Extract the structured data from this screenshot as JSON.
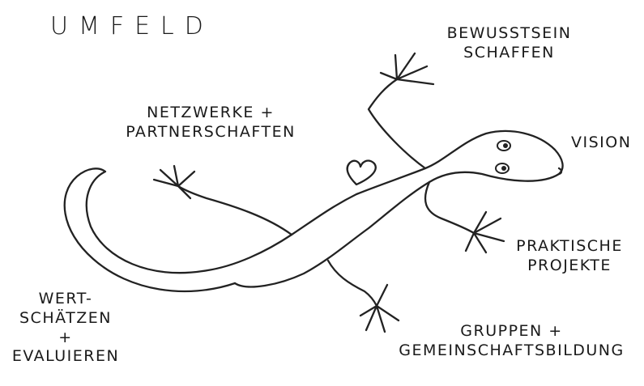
{
  "title": "UMFELD",
  "labels": {
    "bewusstsein": [
      "BEWUSSTSEIN",
      "SCHAFFEN"
    ],
    "netzwerke": [
      "NETZWERKE +",
      "PARTNERSCHAFTEN"
    ],
    "vision": [
      "VISION"
    ],
    "praktische": [
      "PRAKTISCHE",
      "PROJEKTE"
    ],
    "wertschaetzen": [
      "WERT-",
      "SCHÄTZEN",
      "+",
      "EVALUIEREN"
    ],
    "gruppen": [
      "GRUPPEN +",
      "GEMEINSCHAFTSBILDUNG"
    ]
  },
  "colors": {
    "ink": "#1a1a1a",
    "paper": "#ffffff"
  },
  "icons": {
    "body": "gecko-drawing",
    "heart": "heart-icon"
  }
}
